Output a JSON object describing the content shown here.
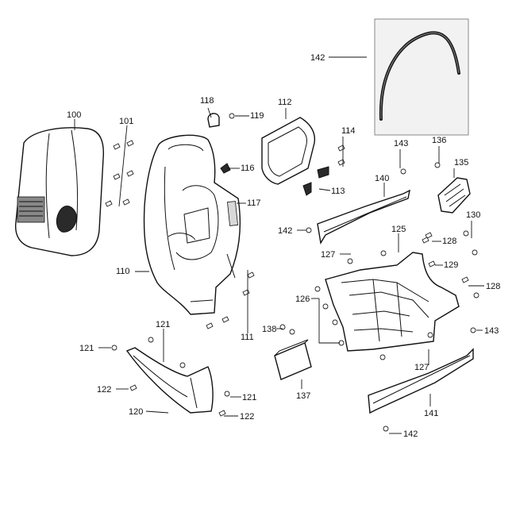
{
  "diagram": {
    "labels": {
      "p100": "100",
      "p101": "101",
      "p110": "110",
      "p111": "111",
      "p112": "112",
      "p113": "113",
      "p114": "114",
      "p116": "116",
      "p117": "117",
      "p118": "118",
      "p119": "119",
      "p120": "120",
      "p121a": "121",
      "p121b": "121",
      "p121c": "121",
      "p122a": "122",
      "p122b": "122",
      "p125": "125",
      "p126": "126",
      "p127a": "127",
      "p127b": "127",
      "p128a": "128",
      "p128b": "128",
      "p129": "129",
      "p130": "130",
      "p135": "135",
      "p136": "136",
      "p137": "137",
      "p138": "138",
      "p140": "140",
      "p141": "141",
      "p142a": "142",
      "p142b": "142",
      "p142c": "142",
      "p143a": "143",
      "p143b": "143"
    },
    "inset": {
      "label": "142"
    },
    "colors": {
      "line": "#111111",
      "inset_bg": "#f2f2f2",
      "inset_border": "#888888",
      "dark_part": "#2a2a2a"
    }
  }
}
